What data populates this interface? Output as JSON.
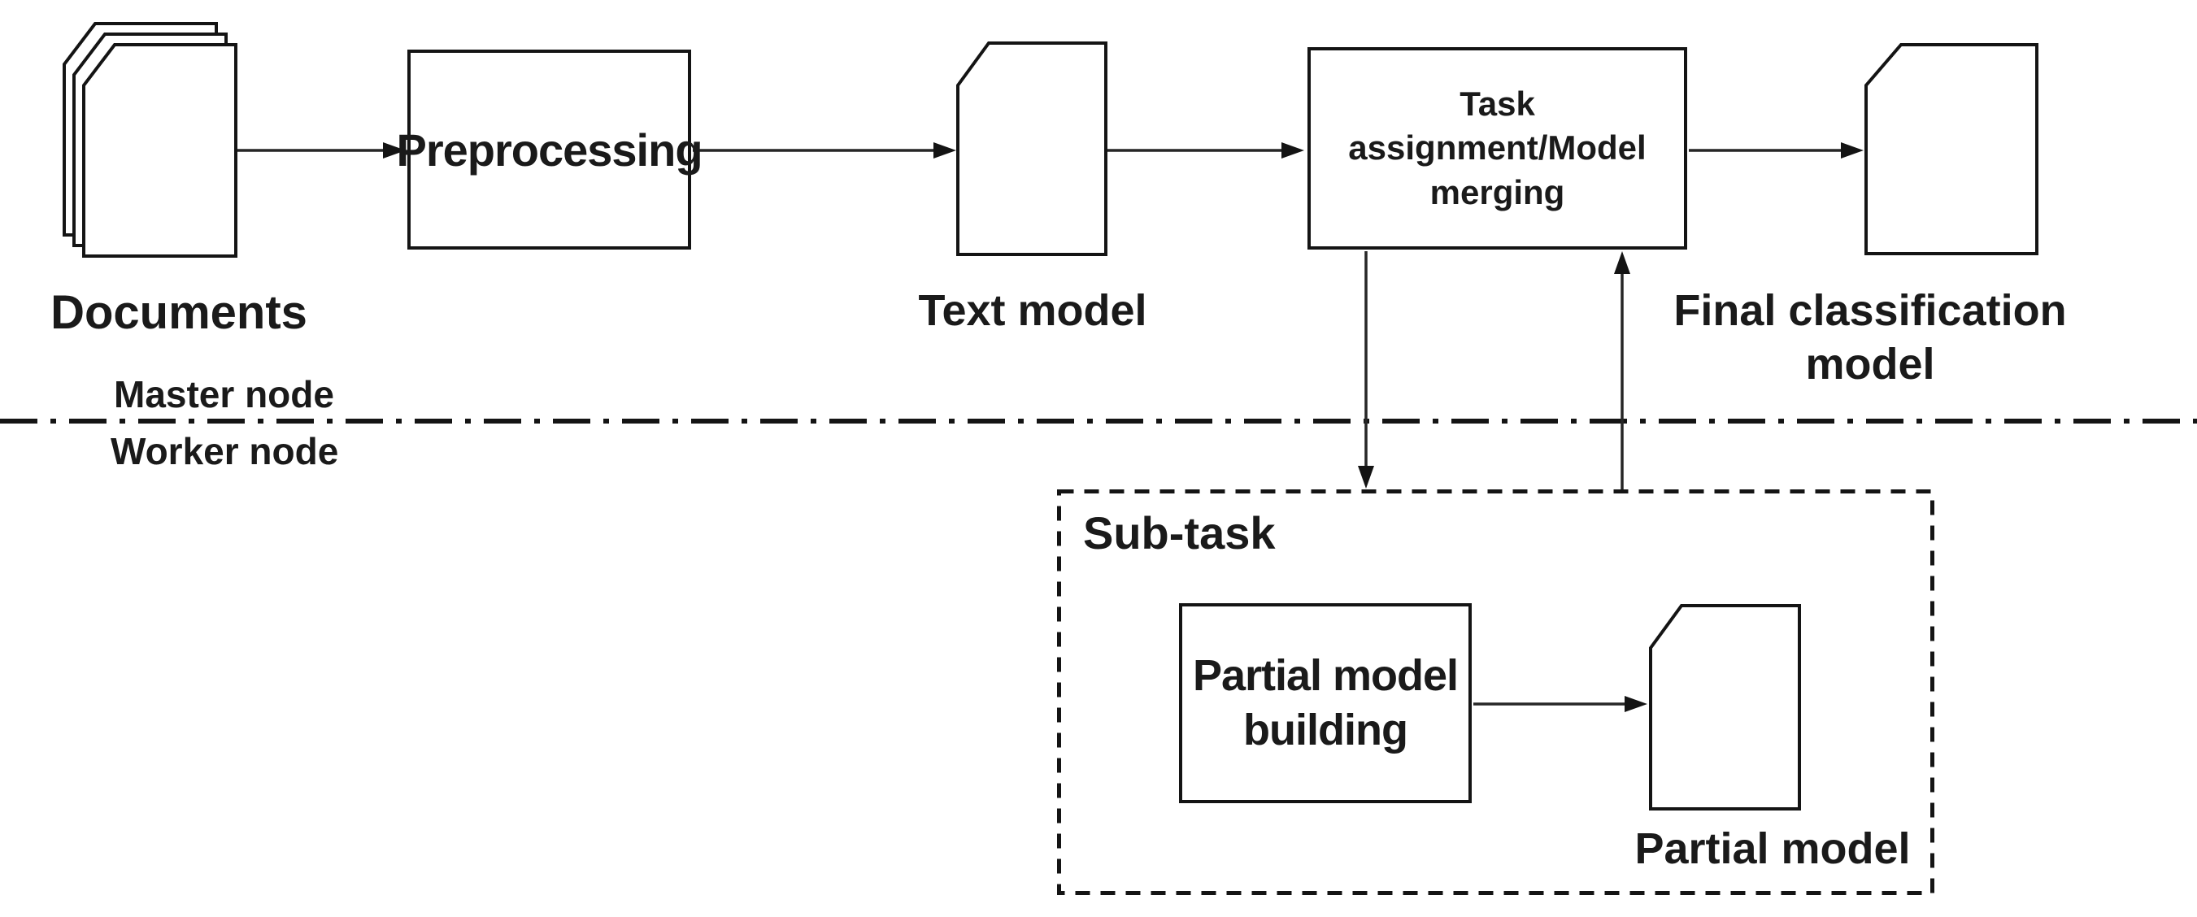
{
  "canvas": {
    "background": "#ffffff",
    "ink": "#1a1a1a",
    "line_color": "#262626"
  },
  "master_lane": {
    "documents_label": "Documents",
    "preprocessing_box_label": "Preprocessing",
    "text_model_label": "Text model",
    "task_box": {
      "line1": "Task",
      "line2": "assignment/Model",
      "line3": "merging"
    },
    "final_model_label": {
      "line1": "Final classification",
      "line2": "model"
    },
    "lane_label": "Master node"
  },
  "worker_lane": {
    "lane_label": "Worker node",
    "subtask_title": "Sub-task",
    "partial_building_box": {
      "line1": "Partial model",
      "line2": "building"
    },
    "partial_model_label": "Partial model"
  }
}
